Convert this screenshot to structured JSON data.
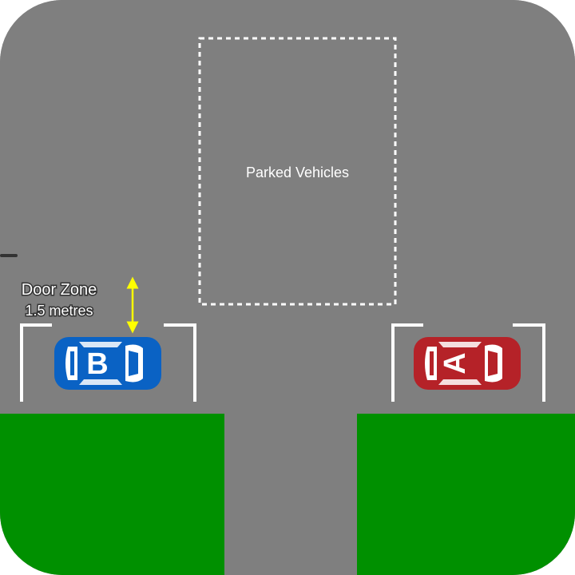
{
  "scene": {
    "road_color": "#7f7f7f",
    "grass_color": "#009000",
    "marking_color": "#ffffff",
    "parked_area_label": "Parked Vehicles",
    "door_zone": {
      "title": "Door Zone",
      "measure": "1.5 metres",
      "arrow_color": "#ffff00"
    },
    "vehicles": [
      {
        "id": "B",
        "label": "B",
        "color": "#0a62c4",
        "facing": "right"
      },
      {
        "id": "A",
        "label": "A",
        "color": "#b52228",
        "facing": "right"
      }
    ]
  }
}
